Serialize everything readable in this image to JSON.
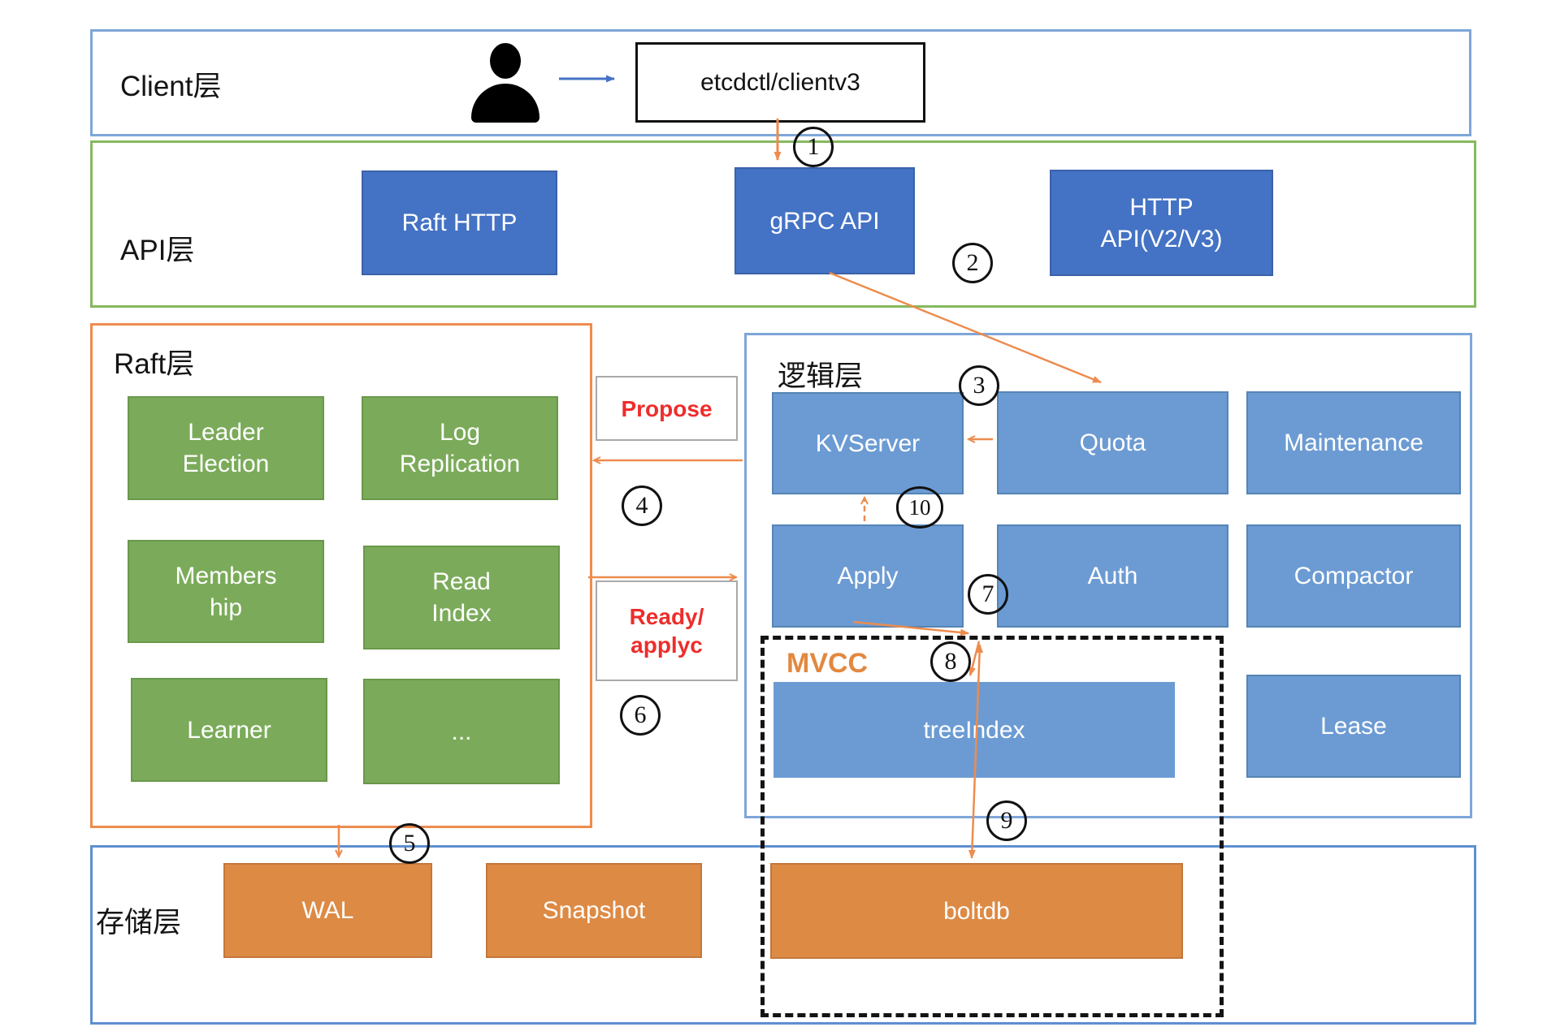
{
  "layers": {
    "client": "Client层",
    "api": "API层",
    "raft": "Raft层",
    "logic": "逻辑层",
    "storage": "存储层",
    "mvcc": "MVCC"
  },
  "boxes": {
    "etcdctl": "etcdctl/clientv3",
    "raft_http": "Raft HTTP",
    "grpc_api": "gRPC API",
    "http_api": "HTTP\nAPI(V2/V3)",
    "leader_election": "Leader\nElection",
    "log_replication": "Log\nReplication",
    "membership": "Members\nhip",
    "read_index": "Read\nIndex",
    "learner": "Learner",
    "raft_more": "...",
    "kvserver": "KVServer",
    "quota": "Quota",
    "maintenance": "Maintenance",
    "apply": "Apply",
    "auth": "Auth",
    "compactor": "Compactor",
    "lease": "Lease",
    "treeindex": "treeIndex",
    "boltdb": "boltdb",
    "wal": "WAL",
    "snapshot": "Snapshot"
  },
  "flow_labels": {
    "propose": "Propose",
    "ready_applyc": "Ready/\napplyc"
  },
  "steps": [
    "1",
    "2",
    "3",
    "4",
    "5",
    "6",
    "7",
    "8",
    "9",
    "10"
  ],
  "icons": {
    "user": "user-silhouette-icon"
  },
  "colors": {
    "api_box_blue": "#4472C4",
    "logic_box_blue": "#6C9BD3",
    "raft_box_green": "#7BAB5A",
    "storage_box_orange": "#DD8A45",
    "arrow_orange": "#ED8C4E",
    "arrow_blue": "#4472C4",
    "client_border_blue": "#7EA6D9",
    "api_border_green": "#86B95E",
    "raft_border_orange": "#ED8C4E",
    "storage_border_blue": "#5E8FD0",
    "flow_label_red": "#EE2D2B",
    "mvcc_label_orange": "#E2883F"
  }
}
